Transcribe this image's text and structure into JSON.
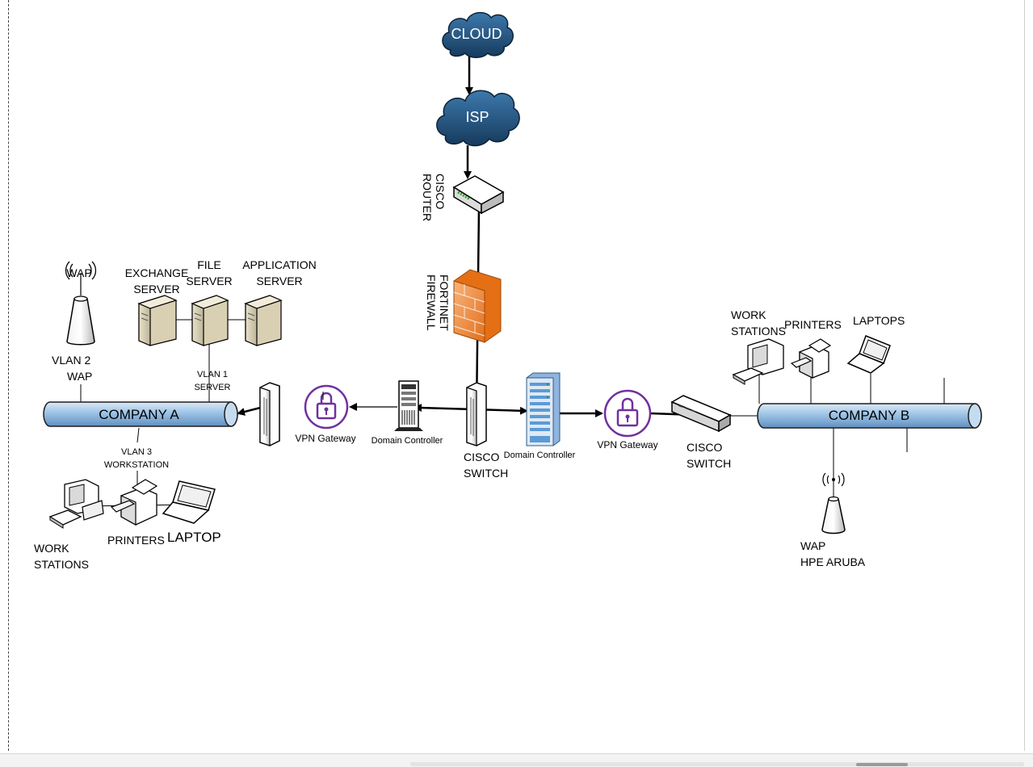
{
  "diagram": {
    "cloud_label": "CLOUD",
    "isp_label": "ISP",
    "router_label": [
      "CISCO",
      "ROUTER"
    ],
    "firewall_label": [
      "FORTINET",
      "FIREWALL"
    ],
    "company_a_label": "COMPANY A",
    "company_b_label": "COMPANY B",
    "wap_icon_label": "WAP",
    "vlan2_label": [
      "VLAN 2",
      "WAP"
    ],
    "exchange_label": [
      "EXCHANGE",
      "SERVER"
    ],
    "file_label": [
      "FILE",
      "SERVER"
    ],
    "application_label": [
      "APPLICATION",
      "SERVER"
    ],
    "vlan1_label": [
      "VLAN 1",
      "SERVER"
    ],
    "vlan3_label": [
      "VLAN 3",
      "WORKSTATION"
    ],
    "a_workstations_label": [
      "WORK",
      "STATIONS"
    ],
    "a_printers_label": "PRINTERS",
    "a_laptop_label": "LAPTOP",
    "vpn_gateway_left_label": "VPN Gateway",
    "dc_left_label": "Domain Controller",
    "core_switch_label": [
      "CISCO",
      "SWITCH"
    ],
    "dc_right_label": "Domain Controller",
    "vpn_gateway_right_label": "VPN Gateway",
    "b_switch_label": [
      "CISCO",
      "SWITCH"
    ],
    "b_workstations_label": [
      "WORK",
      "STATIONS"
    ],
    "b_printers_label": "PRINTERS",
    "b_laptops_label": "LAPTOPS",
    "b_wap_label": [
      "WAP",
      "HPE ARUBA"
    ]
  },
  "colors": {
    "cloud_dark": "#1f4e79",
    "cloud_light": "#4a86b8",
    "bus_fill": "#9dc3e6",
    "bus_stroke": "#1f1f1f",
    "firewall": "#f4a460",
    "firewall_dark": "#e07b22",
    "vpn_purple": "#7030a0",
    "dc_rack_blue": "#5b9bd5"
  }
}
